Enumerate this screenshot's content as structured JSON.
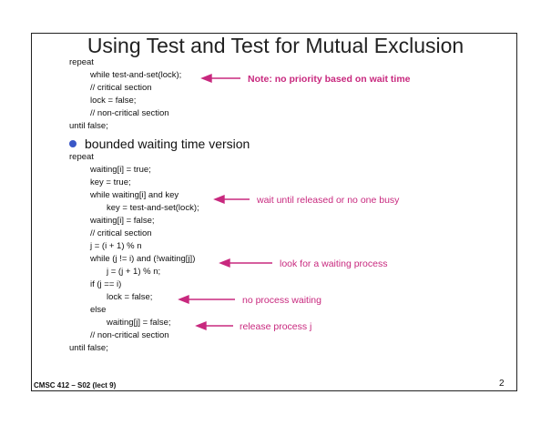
{
  "slide": {
    "title": "Using Test and Test for Mutual Exclusion",
    "footer": "CMSC 412 – S02 (lect 9)",
    "page_number": "2",
    "accent_color": "#c8287e",
    "bullet_color": "#3a57c7"
  },
  "code1": [
    "repeat",
    "while test-and-set(lock);",
    "// critical section",
    "lock = false;",
    "// non-critical section",
    "until false;"
  ],
  "bullet": "bounded waiting time version",
  "code2": [
    "repeat",
    "waiting[i] = true;",
    "key = true;",
    "while waiting[i] and key",
    "key = test-and-set(lock);",
    "waiting[i] = false;",
    "// critical section",
    "j = (i + 1) % n",
    "while (j != i) and (!waiting[j])",
    "j = (j + 1) % n;",
    "if (j == i)",
    "lock = false;",
    "else",
    "waiting[j] = false;",
    "// non-critical section",
    "until false;"
  ],
  "notes": {
    "priority": "Note: no priority based on wait time",
    "released": "wait until released or no one busy",
    "look": "look for a waiting process",
    "none": "no process waiting",
    "release": "release process j"
  }
}
